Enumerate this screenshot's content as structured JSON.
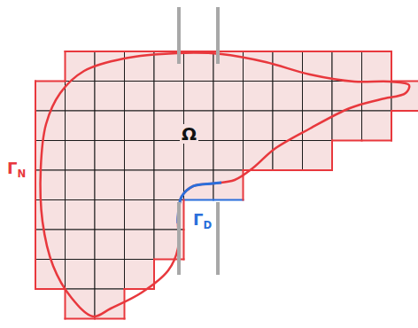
{
  "diagram": {
    "labels": [
      "Ω",
      "ΓN",
      "ΓD"
    ]
  }
}
